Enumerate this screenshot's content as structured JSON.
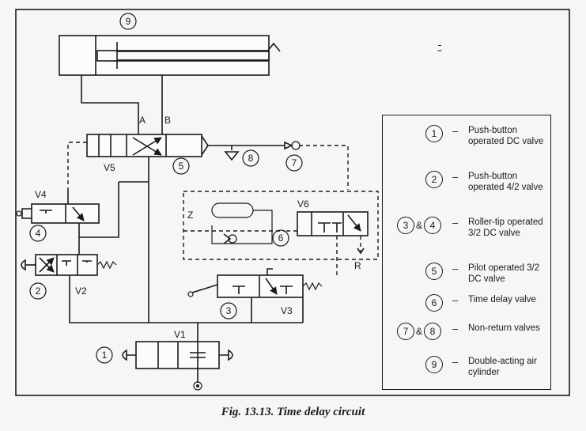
{
  "diagram": {
    "ports": {
      "a": "A",
      "b": "B",
      "z": "Z",
      "r": "R"
    },
    "valves": {
      "v1": "V1",
      "v2": "V2",
      "v3": "V3",
      "v4": "V4",
      "v5": "V5",
      "v6": "V6"
    },
    "callouts": {
      "c1": "1",
      "c2": "2",
      "c3": "3",
      "c4": "4",
      "c5": "5",
      "c6": "6",
      "c7": "7",
      "c8": "8",
      "c9": "9"
    },
    "mark": "ﾆ"
  },
  "legend": {
    "items": [
      {
        "badges": [
          "1"
        ],
        "text": "Push-button operated DC valve"
      },
      {
        "badges": [
          "2"
        ],
        "text": "Push-button operated 4/2 valve"
      },
      {
        "badges": [
          "3",
          "4"
        ],
        "text": "Roller-tip operated 3/2 DC valve"
      },
      {
        "badges": [
          "5"
        ],
        "text": "Pilot operated 3/2 DC valve"
      },
      {
        "badges": [
          "6"
        ],
        "text": "Time delay valve"
      },
      {
        "badges": [
          "7",
          "8"
        ],
        "text": "Non-return valves"
      },
      {
        "badges": [
          "9"
        ],
        "text": "Double-acting air cylinder"
      }
    ],
    "amp": "&",
    "dash": "–"
  },
  "caption": "Fig. 13.13. Time delay circuit"
}
